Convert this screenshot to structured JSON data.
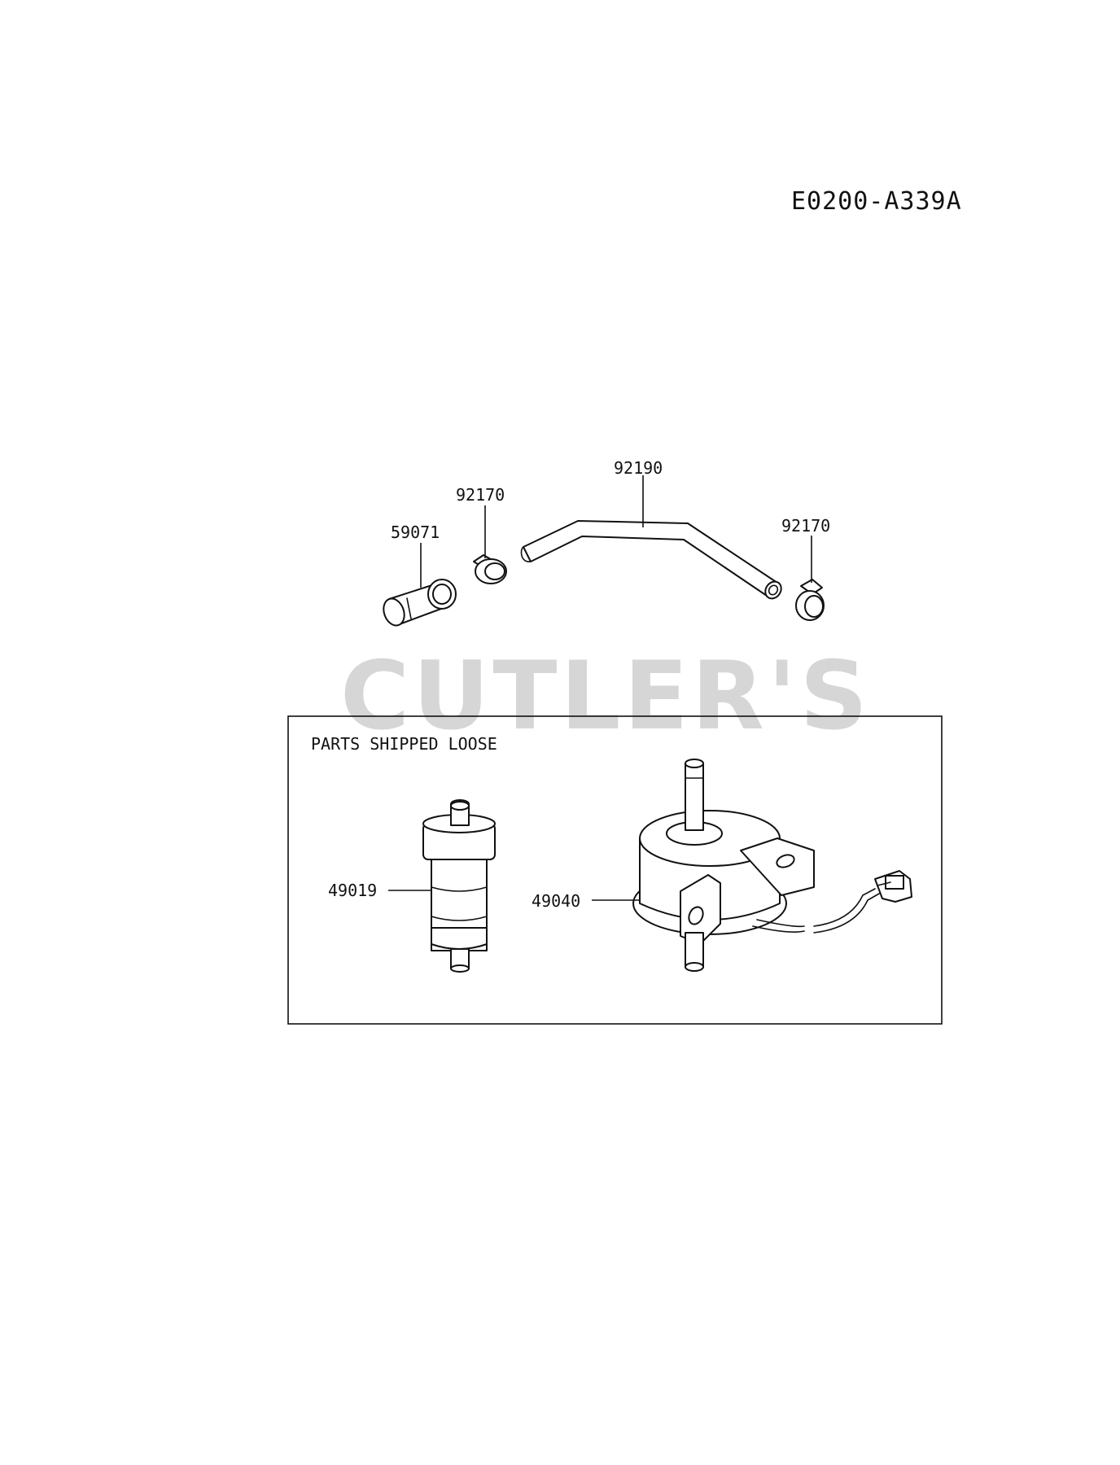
{
  "diagram_code": "E0200-A339A",
  "watermark": "CUTLER'S",
  "loose_box_label": "PARTS SHIPPED LOOSE",
  "parts": {
    "joint": "59071",
    "clamp_left": "92170",
    "hose": "92190",
    "clamp_right": "92170",
    "filter": "49019",
    "pump": "49040"
  }
}
